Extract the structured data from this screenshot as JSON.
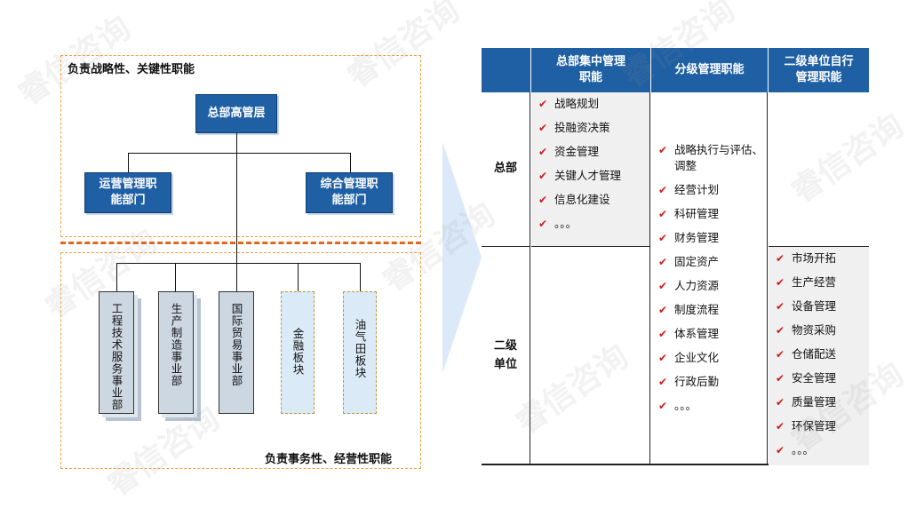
{
  "left": {
    "top_frame_label": "负责战略性、关键性职能",
    "bottom_frame_label": "负责事务性、经营性职能",
    "hq_box": "总部高管层",
    "dept_left": "运营管理职能部门",
    "dept_right": "综合管理职能部门",
    "units": [
      "工程技术服务事业部",
      "生产制造事业部",
      "国际贸易事业部",
      "金融板块",
      "油气田板块"
    ]
  },
  "table": {
    "headers": [
      "总部集中管理职能",
      "分级管理职能",
      "二级单位自行管理职能"
    ],
    "rows": [
      "总部",
      "二级单位"
    ],
    "centralized": [
      "战略规划",
      "投融资决策",
      "资金管理",
      "关键人才管理",
      "信息化建设",
      "。。。"
    ],
    "tiered": [
      "战略执行与评估、调整",
      "经营计划",
      "科研管理",
      "财务管理",
      "固定资产",
      "人力资源",
      "制度流程",
      "体系管理",
      "企业文化",
      "行政后勤",
      "。。。"
    ],
    "self_managed": [
      "市场开拓",
      "生产经营",
      "设备管理",
      "物资采购",
      "仓储配送",
      "安全管理",
      "质量管理",
      "环保管理",
      "。。。"
    ]
  },
  "watermark": "睿信咨询"
}
